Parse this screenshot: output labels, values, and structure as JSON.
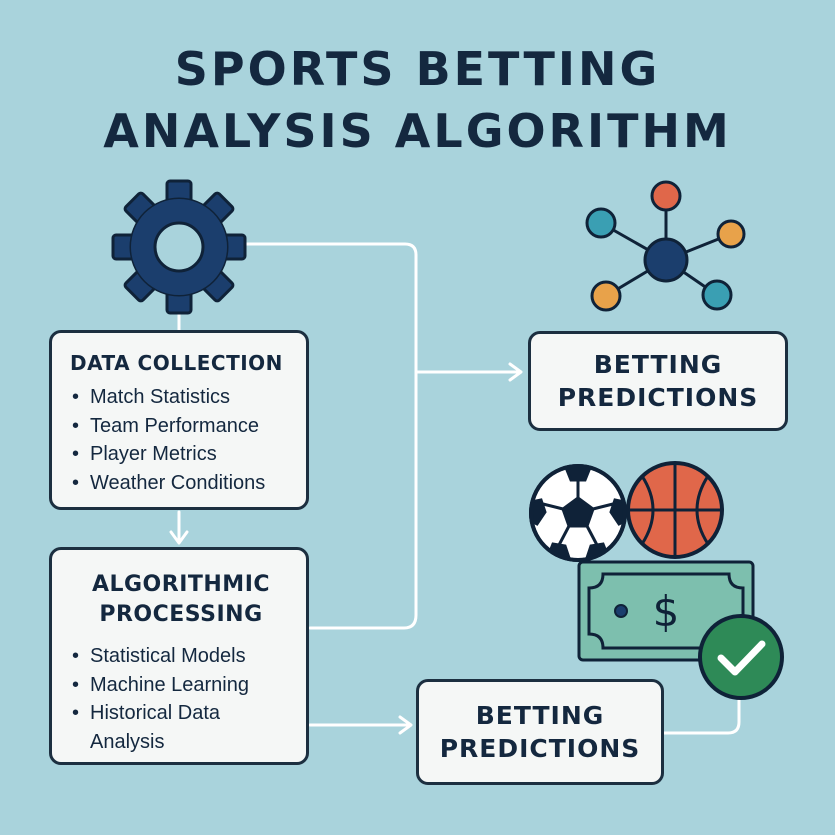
{
  "title": {
    "line1": "SPORTS BETTING",
    "line2": "ANALYSIS ALGORITHM"
  },
  "data_collection": {
    "heading": "DATA COLLECTION",
    "items": [
      "Match Statistics",
      "Team Performance",
      "Player Metrics",
      "Weather Conditions"
    ]
  },
  "processing": {
    "heading_line1": "ALGORITHMIC",
    "heading_line2": "PROCESSING",
    "items": [
      "Statistical Models",
      "Machine Learning",
      "Historical Data Analysis"
    ]
  },
  "prediction_top": {
    "line1": "BETTING",
    "line2": "PREDICTIONS"
  },
  "prediction_bottom": {
    "line1": "BETTING",
    "line2": "PREDICTIONS"
  },
  "money_icon": {
    "symbol": "$"
  },
  "colors": {
    "background": "#a9d3dc",
    "navy": "#1b3e6d",
    "orange": "#e8a24a",
    "teal": "#3a9fb3",
    "money_green": "#7dbfae",
    "check_green": "#2e8a57",
    "basketball": "#e0674a"
  }
}
